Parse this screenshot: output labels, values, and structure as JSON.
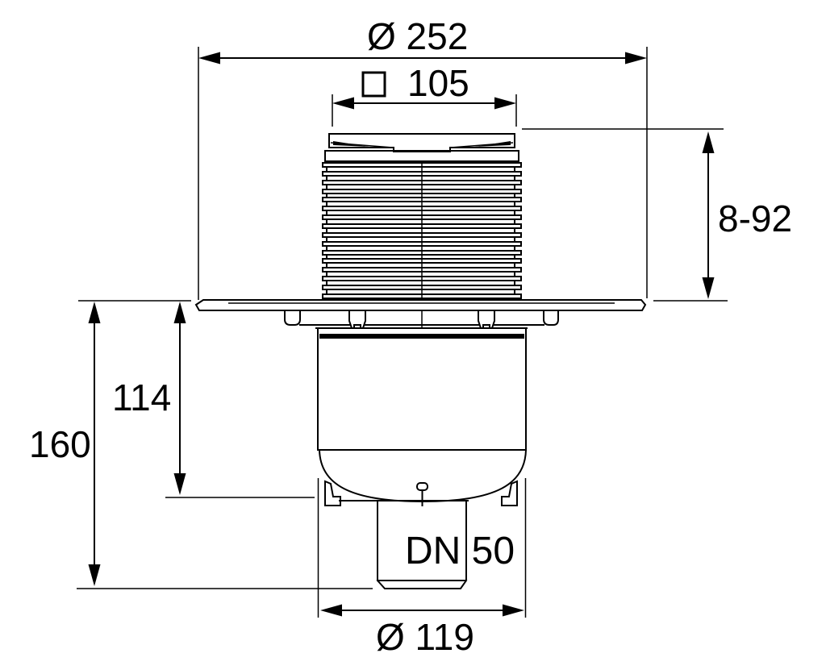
{
  "drawing": {
    "type": "technical-dimension-drawing",
    "subject": "floor-drain-vertical-outlet-cross-section",
    "labels": {
      "flange_diameter": "Ø 252",
      "grate_square_value": "105",
      "grate_square_symbol": "square-outline",
      "adjustable_height_range": "8-92",
      "depth_to_body": "114",
      "total_depth": "160",
      "outlet_nominal": "DN 50",
      "body_diameter": "Ø 119"
    },
    "colors": {
      "line": "#000000",
      "text": "#000000",
      "background": "#ffffff"
    }
  }
}
